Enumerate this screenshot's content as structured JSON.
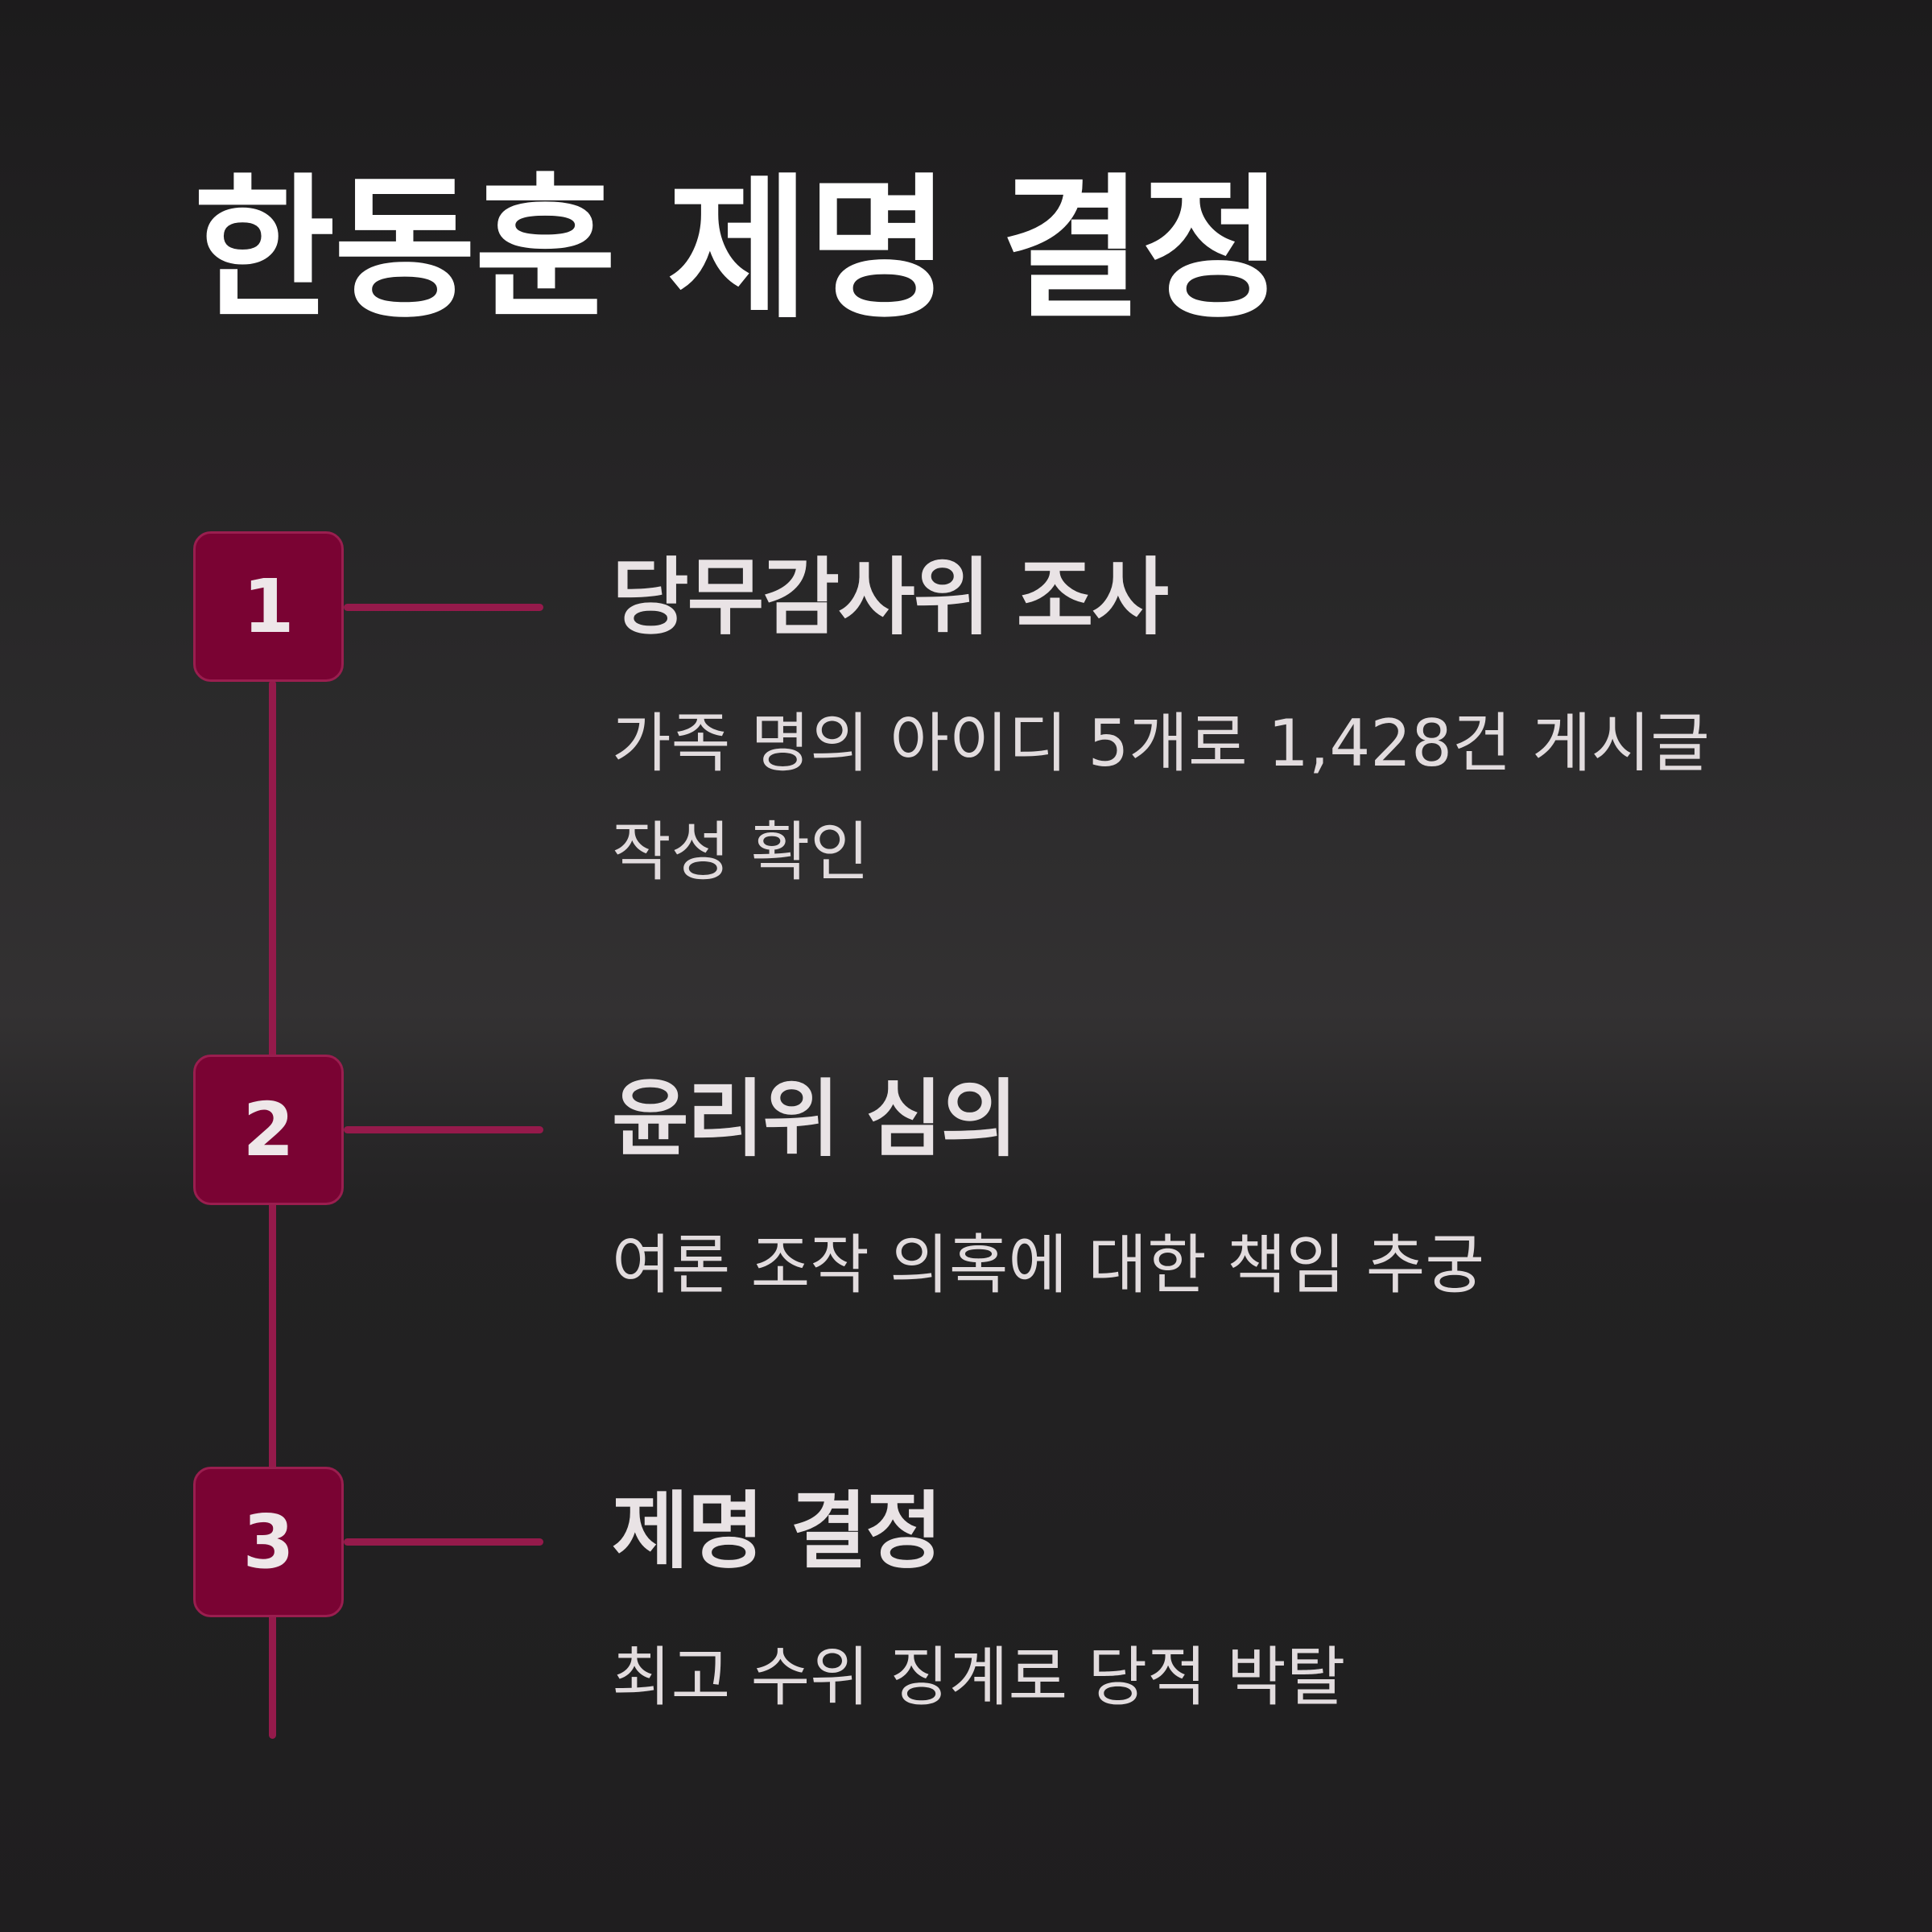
{
  "title": "한동훈 제명 결정",
  "steps": [
    {
      "number": "1",
      "title": "당무감사위 조사",
      "description": "가족 명의 아이디 5개로 1,428건 게시글 작성 확인"
    },
    {
      "number": "2",
      "title": "윤리위 심의",
      "description": "여론 조작 의혹에 대한 책임 추궁"
    },
    {
      "number": "3",
      "title": "제명 결정",
      "description": "최고 수위 징계로 당적 박탈"
    }
  ],
  "colors": {
    "background": "#1f1e1f",
    "accent": "#7a0333",
    "line": "#951a4b",
    "title_text": "#ffffff",
    "body_text": "#e2dcde"
  }
}
